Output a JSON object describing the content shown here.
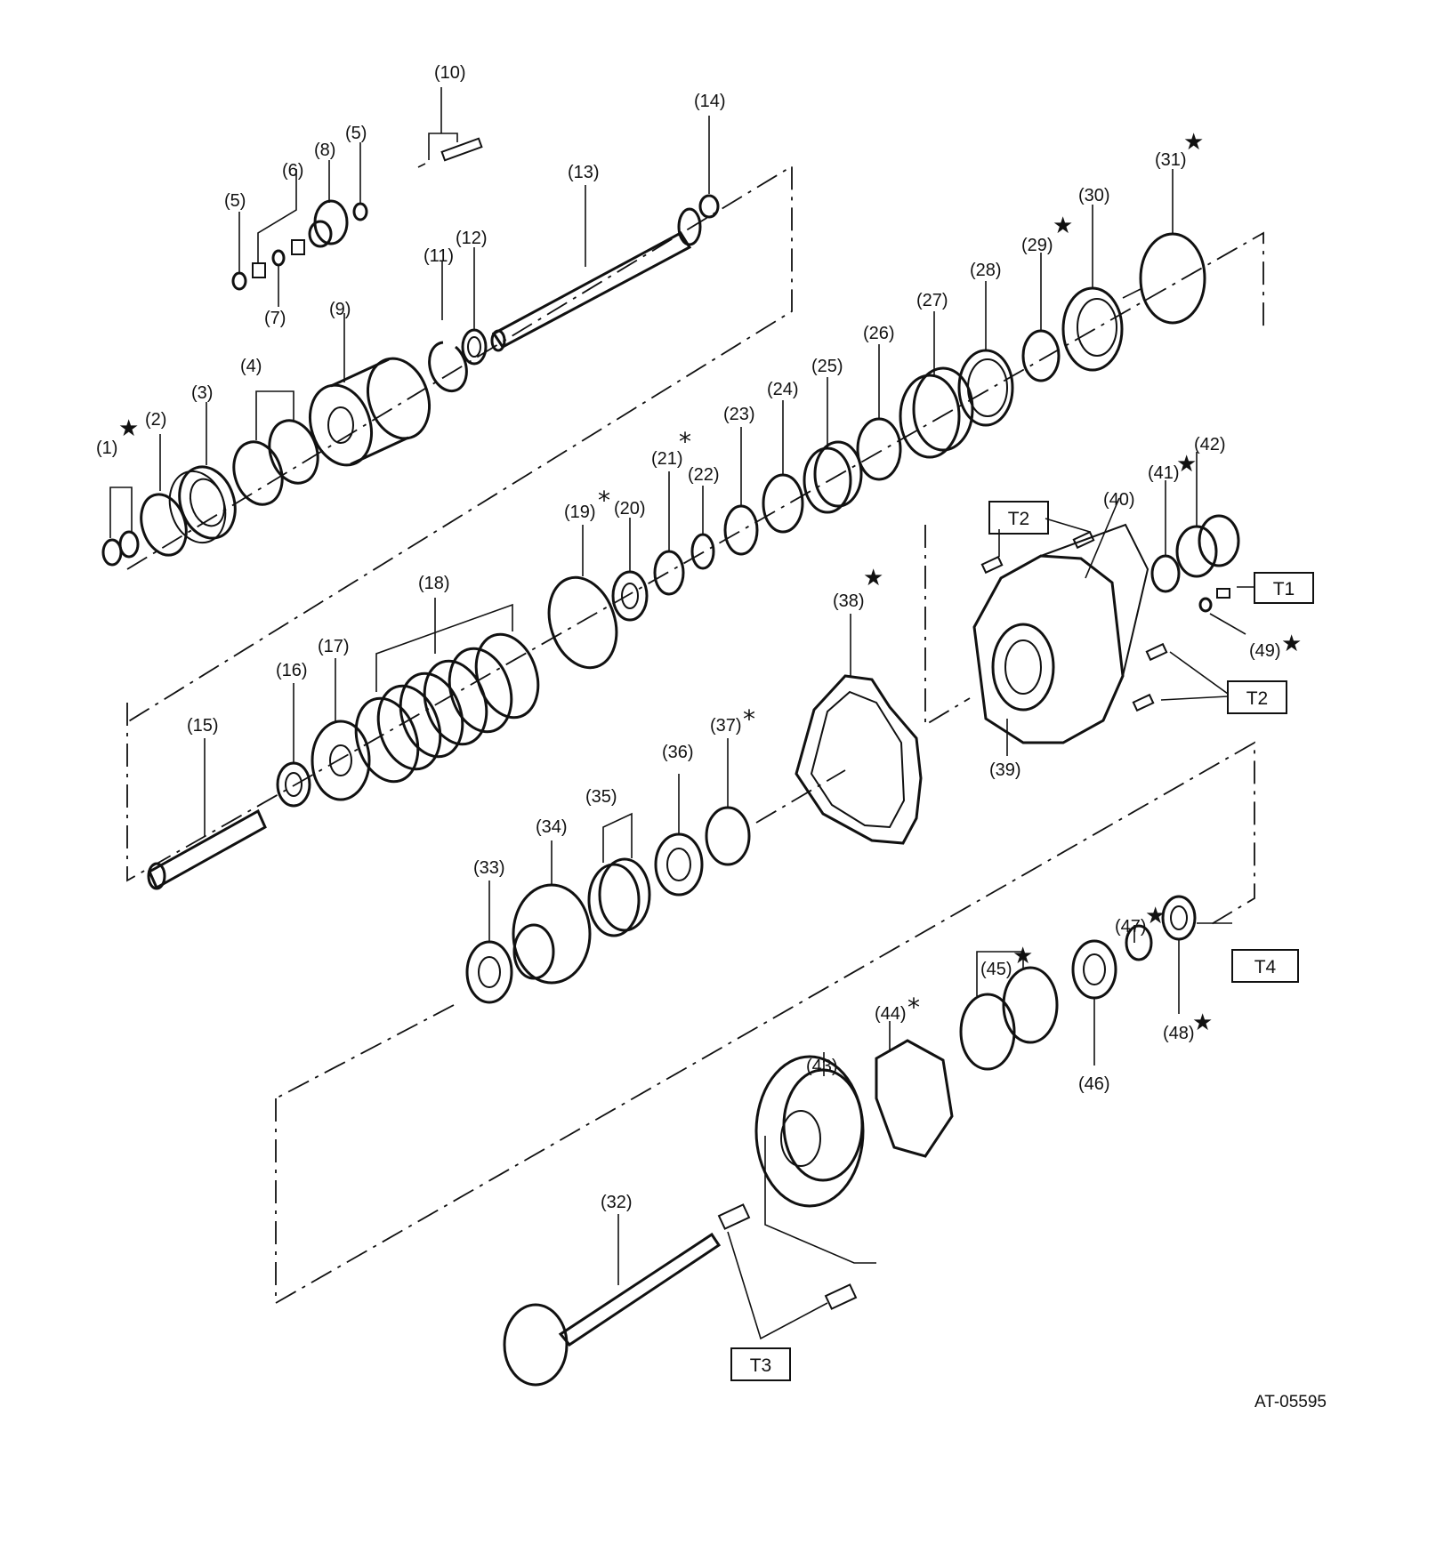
{
  "figure": {
    "code": "AT-05595"
  },
  "callouts": {
    "c1": "(1)",
    "c2": "(2)",
    "c3": "(3)",
    "c4": "(4)",
    "c5a": "(5)",
    "c5b": "(5)",
    "c6": "(6)",
    "c7": "(7)",
    "c8": "(8)",
    "c9": "(9)",
    "c10": "(10)",
    "c11": "(11)",
    "c12": "(12)",
    "c13": "(13)",
    "c14": "(14)",
    "c15": "(15)",
    "c16": "(16)",
    "c17": "(17)",
    "c18": "(18)",
    "c19": "(19)",
    "c20": "(20)",
    "c21": "(21)",
    "c22": "(22)",
    "c23": "(23)",
    "c24": "(24)",
    "c25": "(25)",
    "c26": "(26)",
    "c27": "(27)",
    "c28": "(28)",
    "c29": "(29)",
    "c30": "(30)",
    "c31": "(31)",
    "c32": "(32)",
    "c33": "(33)",
    "c34": "(34)",
    "c35": "(35)",
    "c36": "(36)",
    "c37": "(37)",
    "c38": "(38)",
    "c39": "(39)",
    "c40": "(40)",
    "c41": "(41)",
    "c42": "(42)",
    "c43": "(43)",
    "c44": "(44)",
    "c45": "(45)",
    "c46": "(46)",
    "c47": "(47)",
    "c48": "(48)",
    "c49": "(49)"
  },
  "torque_boxes": {
    "t1": "T1",
    "t2a": "T2",
    "t2b": "T2",
    "t3": "T3",
    "t4": "T4"
  },
  "markers": {
    "replace_star": "★",
    "select_asterisk": "*"
  }
}
